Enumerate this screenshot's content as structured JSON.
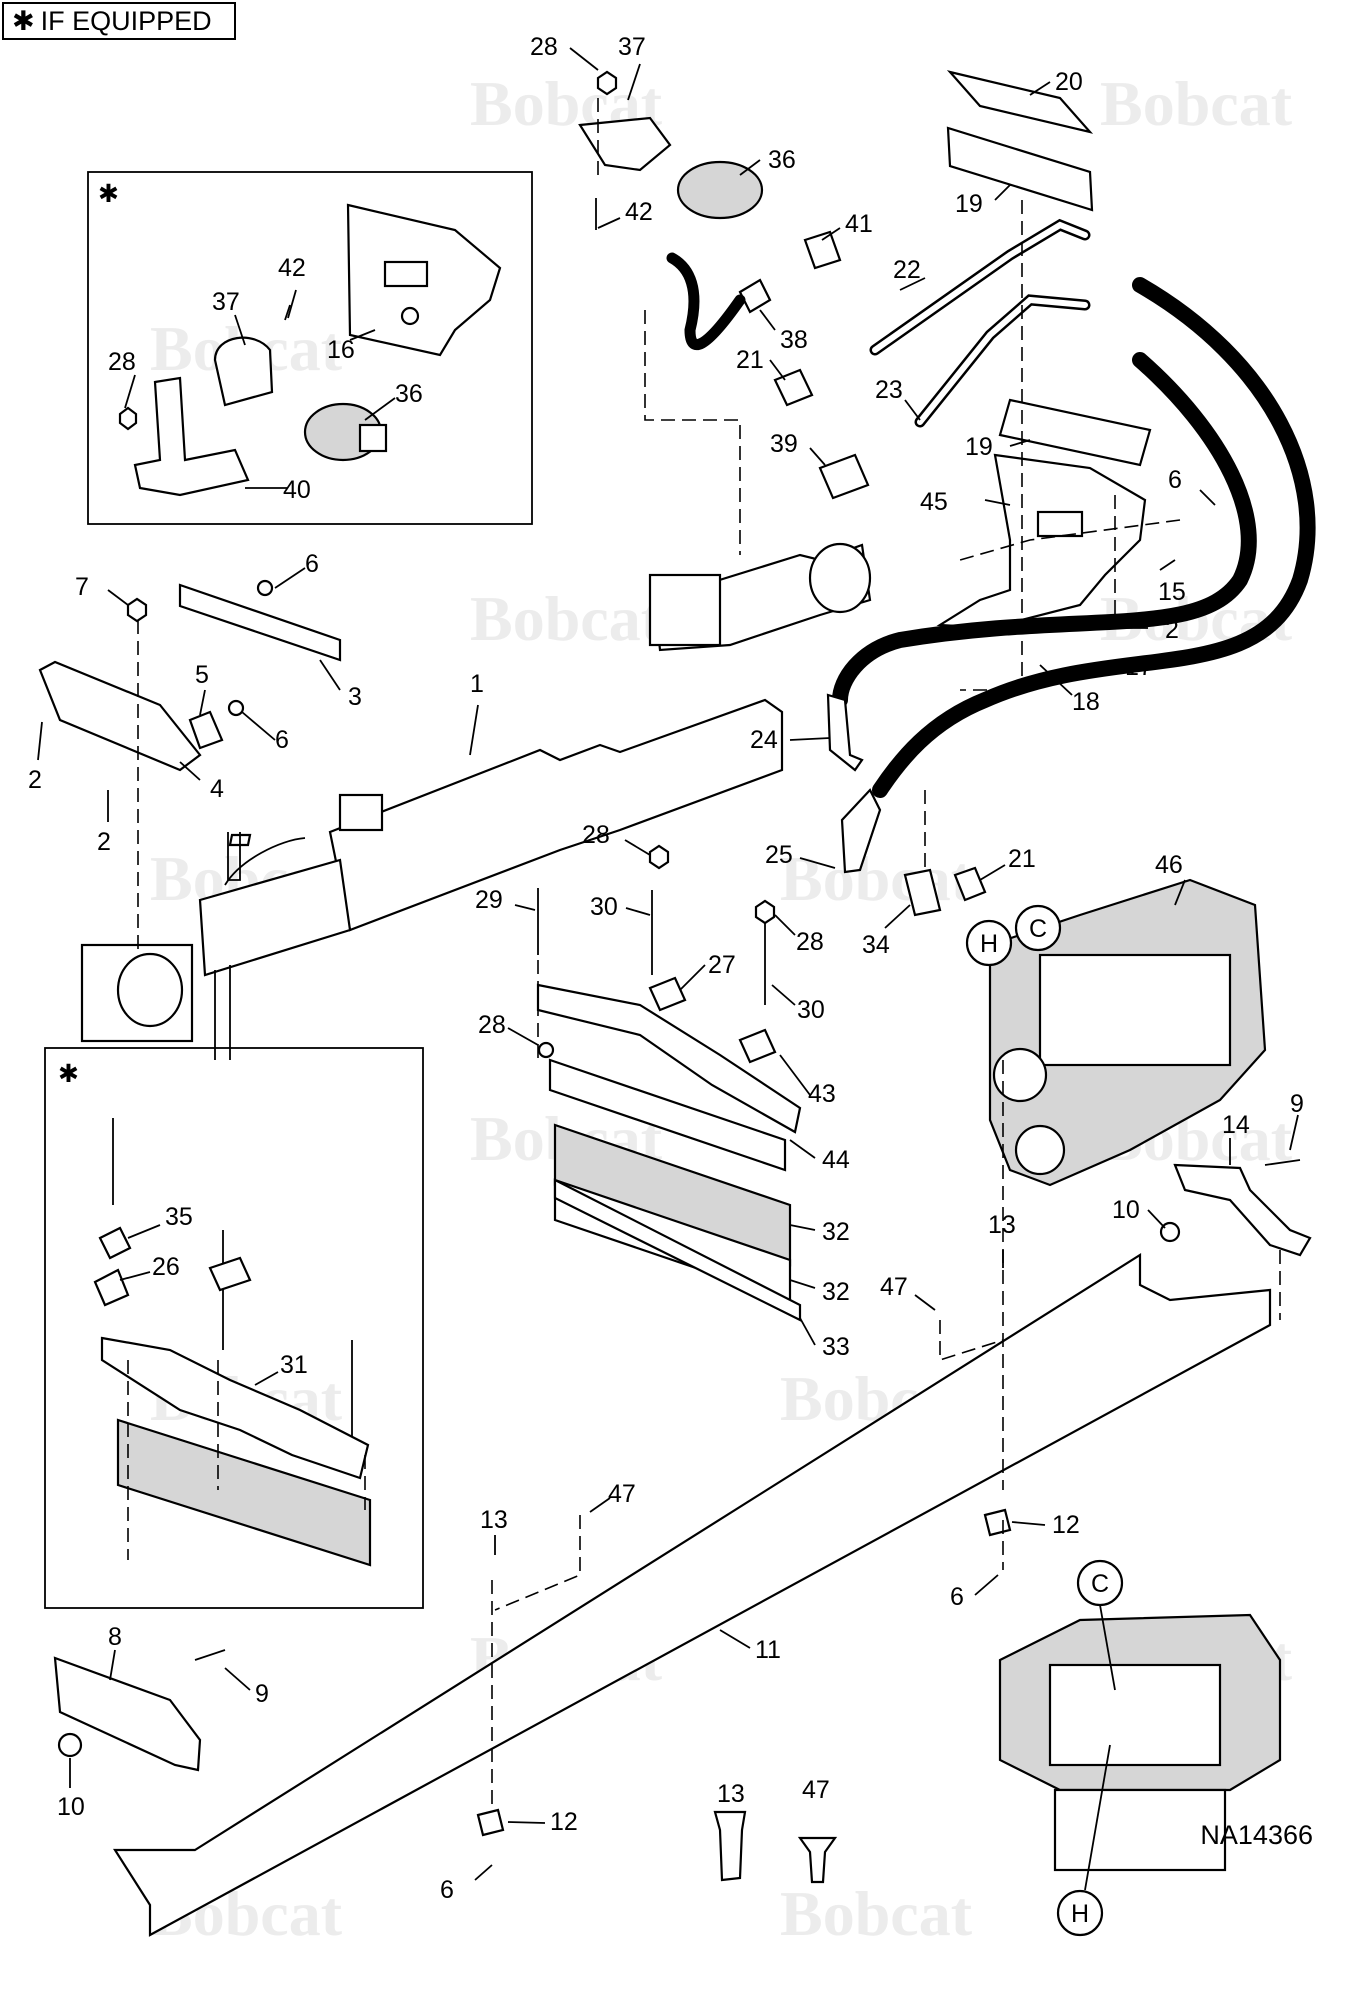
{
  "legend": {
    "star": "✱",
    "text": "IF EQUIPPED"
  },
  "inset_marker": "✱",
  "drawing_code": "NA14366",
  "watermark": "Bobcat",
  "port_labels": [
    "C",
    "H"
  ],
  "callouts": {
    "c28a": "28",
    "c37a": "37",
    "c20": "20",
    "c36a": "36",
    "c19a": "19",
    "c42a": "42",
    "c41": "41",
    "c22": "22",
    "c38": "38",
    "c21a": "21",
    "c23": "23",
    "c39": "39",
    "c19b": "19",
    "c6a": "6",
    "c45": "45",
    "c15": "15",
    "c2a": "2",
    "c17": "17",
    "c18": "18",
    "c42b": "42",
    "c37b": "37",
    "c16": "16",
    "c28b": "28",
    "c36b": "36",
    "c40": "40",
    "c7": "7",
    "c6b": "6",
    "c3": "3",
    "c1": "1",
    "c5": "5",
    "c6c": "6",
    "c2b": "2",
    "c4": "4",
    "c2c": "2",
    "c24": "24",
    "c28c": "28",
    "c25": "25",
    "c21b": "21",
    "c46": "46",
    "c29": "29",
    "c30a": "30",
    "c28d": "28",
    "c27": "27",
    "c34": "34",
    "c30b": "30",
    "c28e": "28",
    "c43": "43",
    "c44": "44",
    "c9a": "9",
    "c14": "14",
    "c10a": "10",
    "c32a": "32",
    "c32b": "32",
    "c13a": "13",
    "c47a": "47",
    "c33": "33",
    "c35": "35",
    "c26": "26",
    "c31": "31",
    "c47b": "47",
    "c13b": "13",
    "c12a": "12",
    "c6d": "6",
    "c8": "8",
    "c9b": "9",
    "c11": "11",
    "c10b": "10",
    "c12b": "12",
    "c6e": "6",
    "c13c": "13",
    "c47c": "47"
  }
}
